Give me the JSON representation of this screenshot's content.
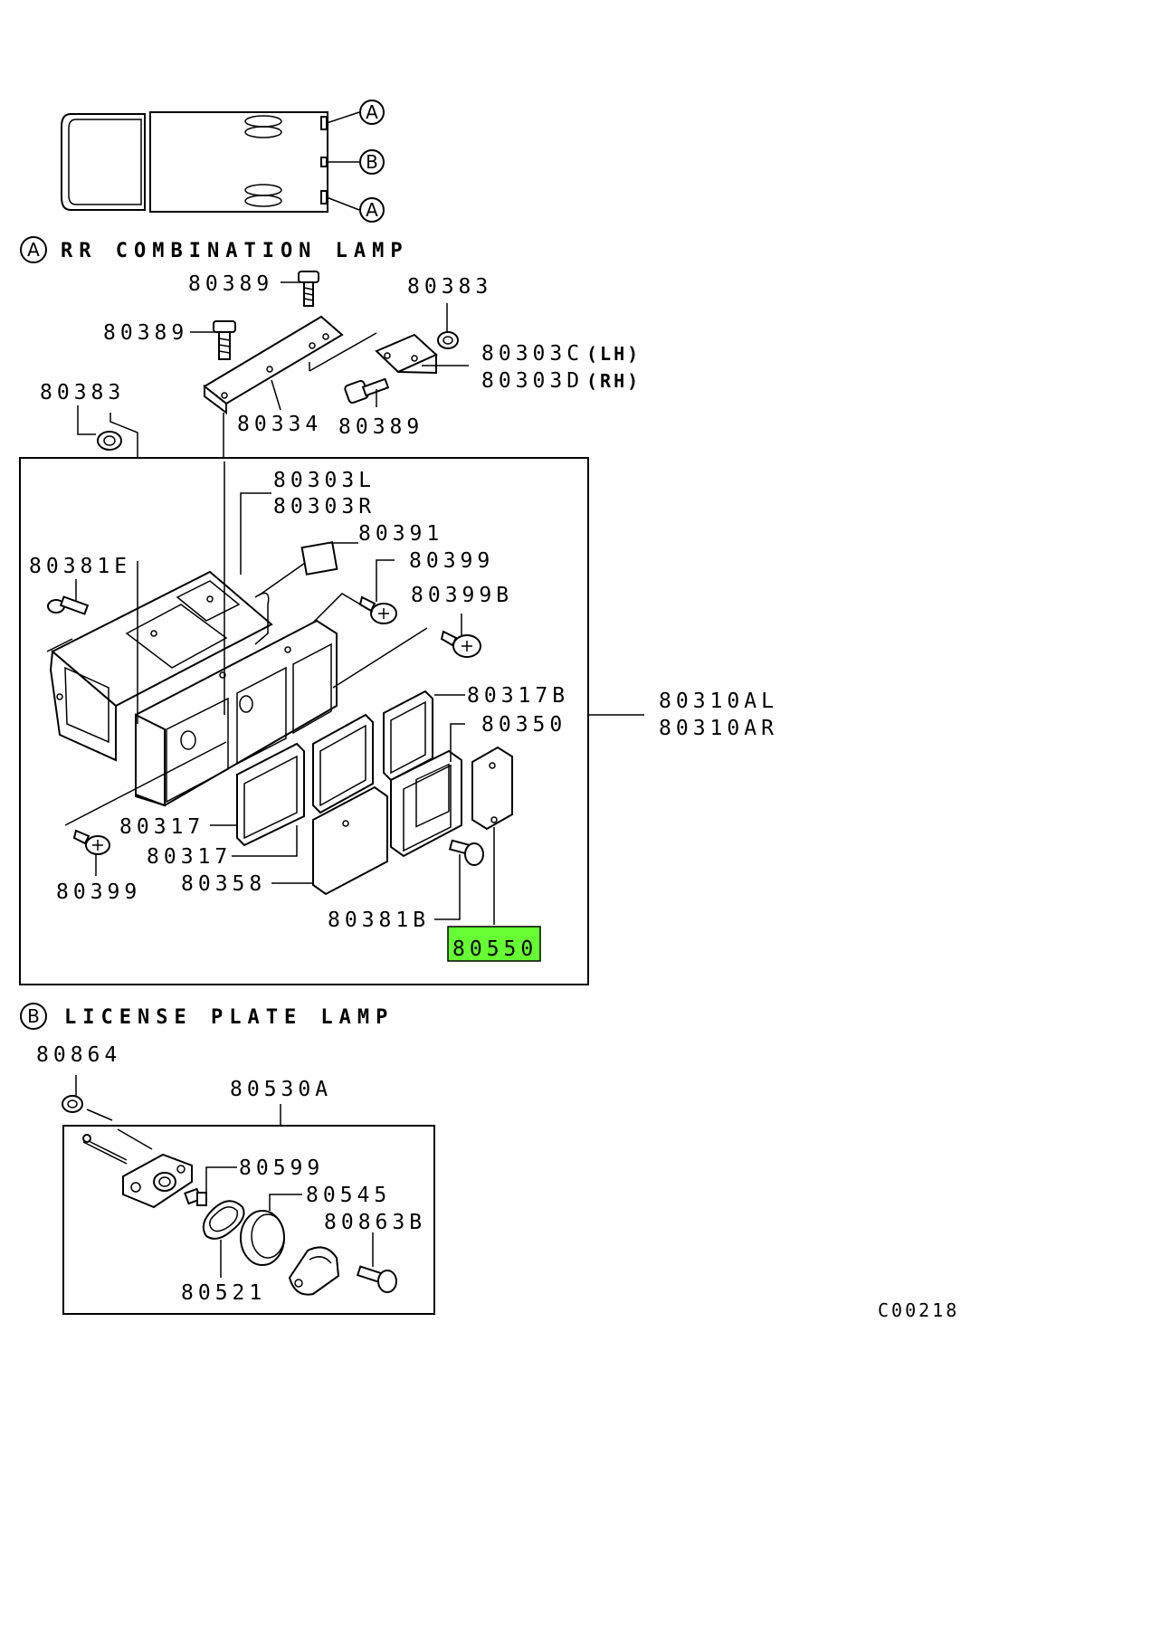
{
  "markers": {
    "a": "A",
    "b": "B"
  },
  "sections": {
    "a_title": "RR COMBINATION LAMP",
    "b_title": "LICENSE PLATE LAMP"
  },
  "parts": {
    "p80389_1": "80389",
    "p80383_top": "80383",
    "p80389_2": "80389",
    "p80303c": "80303C",
    "p80303c_side": "(LH)",
    "p80303d": "80303D",
    "p80303d_side": "(RH)",
    "p80383_left": "80383",
    "p80334": "80334",
    "p80389_3": "80389",
    "p80303l": "80303L",
    "p80303r": "80303R",
    "p80391": "80391",
    "p80381e": "80381E",
    "p80399_1": "80399",
    "p80399b": "80399B",
    "p80317b": "80317B",
    "p80350": "80350",
    "p80310al": "80310AL",
    "p80310ar": "80310AR",
    "p80317_1": "80317",
    "p80317_2": "80317",
    "p80358": "80358",
    "p80399_2": "80399",
    "p80381b": "80381B",
    "p80550": "80550",
    "p80864": "80864",
    "p80530a": "80530A",
    "p80599": "80599",
    "p80545": "80545",
    "p80863b": "80863B",
    "p80521": "80521"
  },
  "diagram_code": "C00218",
  "colors": {
    "highlight": "#66ff33",
    "line": "#000000"
  }
}
